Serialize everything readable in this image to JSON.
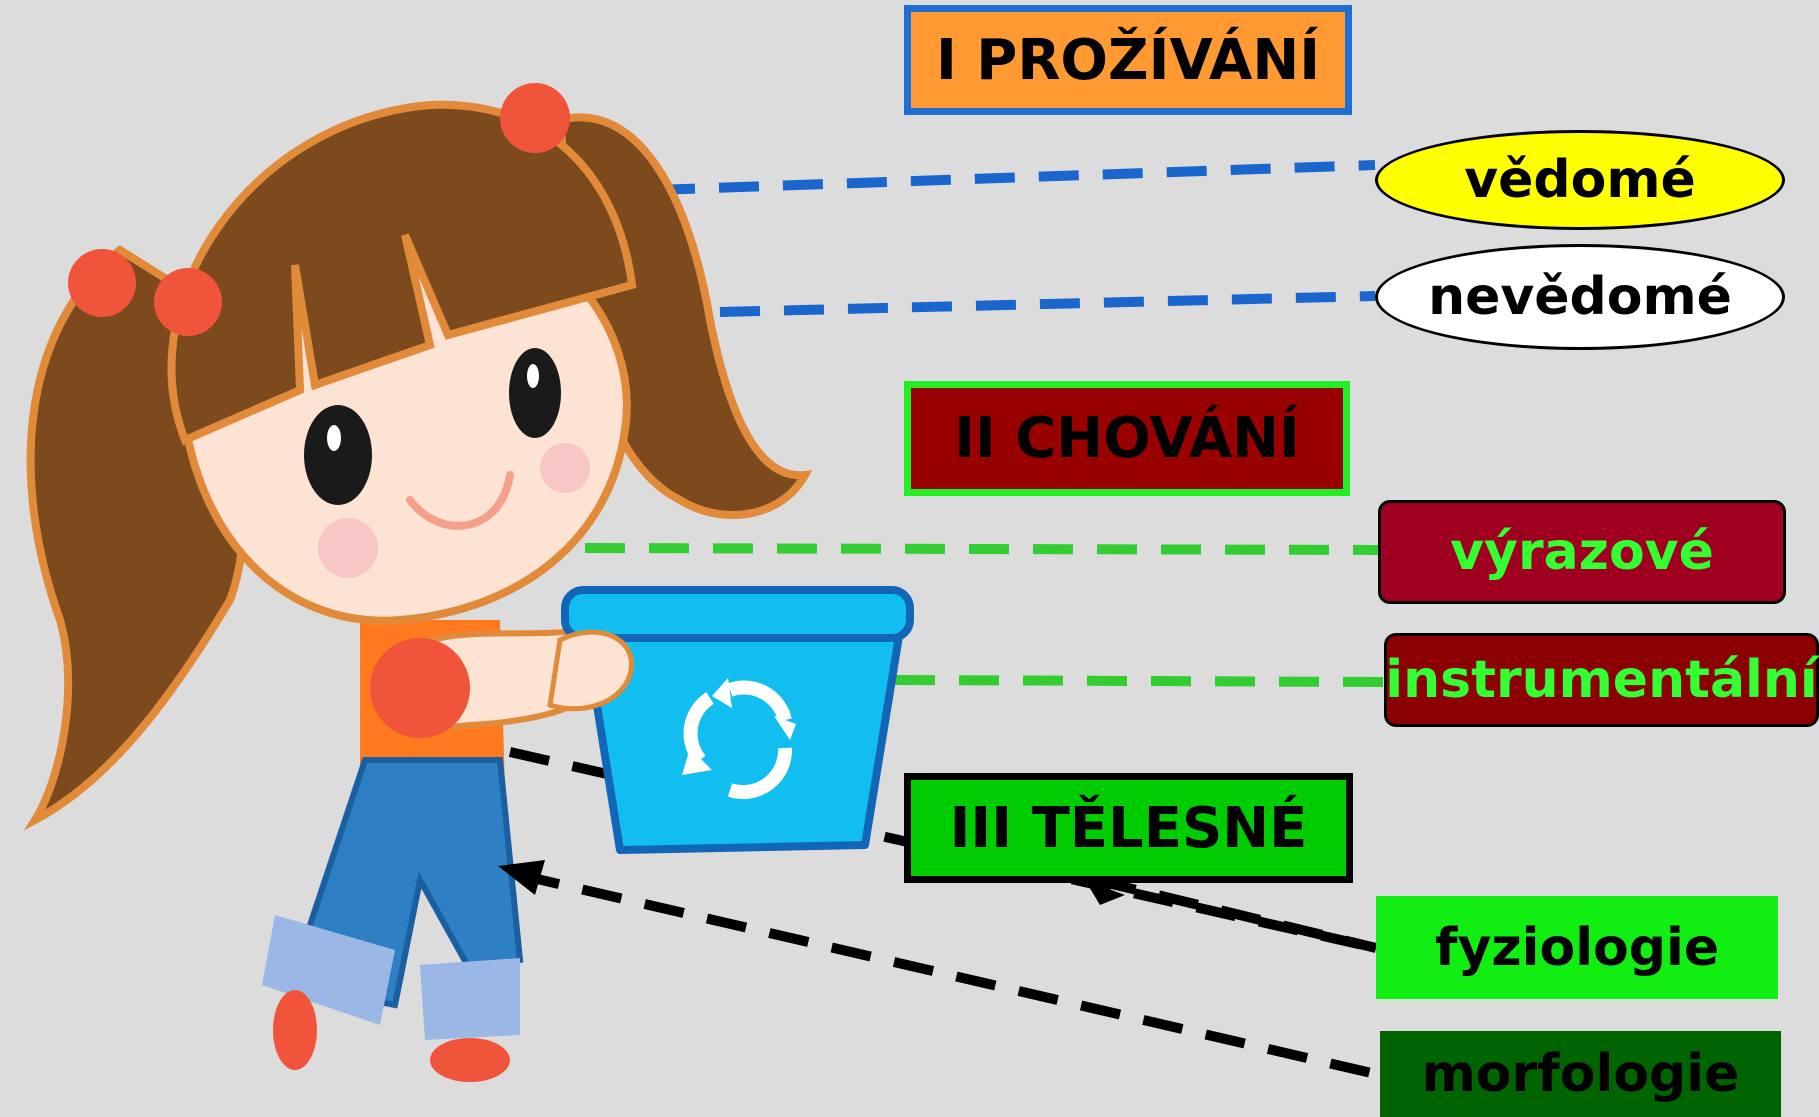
{
  "categories": {
    "prozivani": {
      "title": "I PROŽÍVÁNÍ",
      "fill": "#ff9a33",
      "border": "#1e6fd1",
      "items": [
        "vědomé",
        "nevědomé"
      ],
      "item_fills": [
        "#ffff00",
        "#ffffff"
      ],
      "line_color": "#1a66cc"
    },
    "chovani": {
      "title": "II CHOVÁNÍ",
      "fill": "#990000",
      "border": "#22ee22",
      "items": [
        "výrazové",
        "instrumentální"
      ],
      "item_fills": [
        "#a00020",
        "#8b0000"
      ],
      "item_text_color": "#33ff33",
      "line_color": "#33cc33"
    },
    "telesne": {
      "title": "III TĚLESNÉ",
      "fill": "#00cc00",
      "border": "#000000",
      "items": [
        "fyziologie",
        "morfologie"
      ],
      "item_fills": [
        "#11ee11",
        "#006400"
      ],
      "line_color": "#000000"
    }
  },
  "illustration": {
    "subject": "girl-with-recycling-bin",
    "bin_color": "#12bdf0",
    "hair_color": "#7d4a1e"
  },
  "background": "#dcdcdc"
}
